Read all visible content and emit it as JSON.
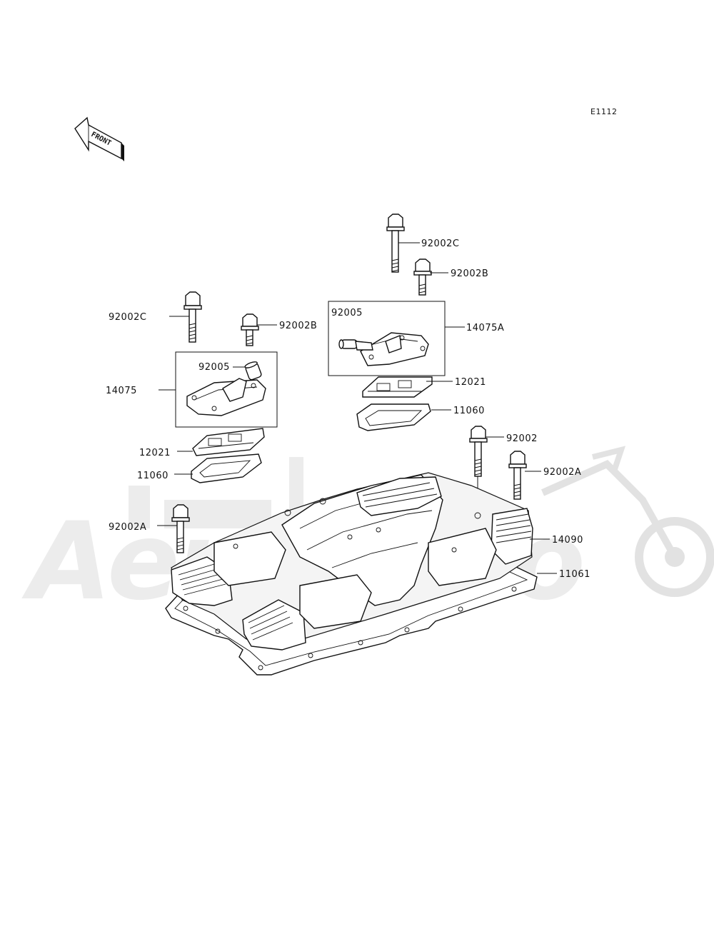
{
  "diagram": {
    "code": "E1112",
    "front_label": "FRONT",
    "watermark_text": "AeroMoto",
    "parts": {
      "bolt_c_right": "92002C",
      "bolt_b_right": "92002B",
      "breather_right": "92005",
      "cover_right": "14075A",
      "plate_right": "12021",
      "gasket_right": "11060",
      "bolt_c_left": "92002C",
      "bolt_b_left": "92002B",
      "breather_left": "92005",
      "cover_left": "14075",
      "plate_left": "12021",
      "gasket_left": "11060",
      "bolt_main": "92002",
      "bolt_a_right": "92002A",
      "bolt_a_left": "92002A",
      "head_cover": "14090",
      "head_gasket": "11061"
    }
  }
}
